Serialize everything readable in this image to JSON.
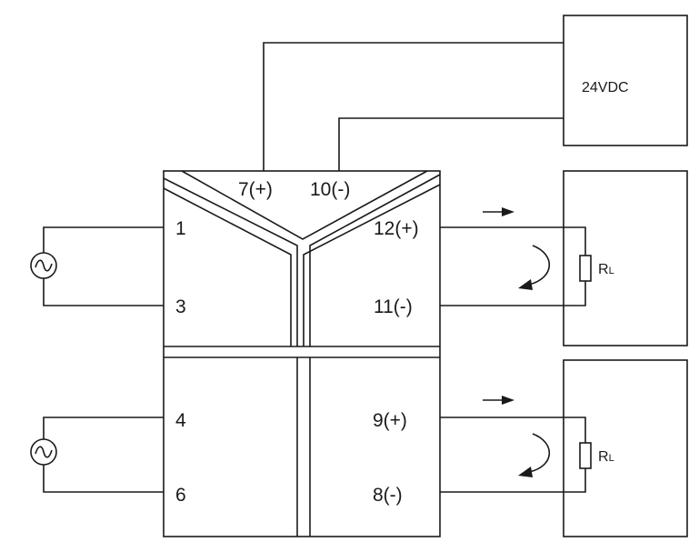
{
  "power_supply": {
    "label": "24VDC"
  },
  "terminals": {
    "t7": "7(+)",
    "t10": "10(-)",
    "t1": "1",
    "t3": "3",
    "t12": "12(+)",
    "t11": "11(-)",
    "t4": "4",
    "t6": "6",
    "t9": "9(+)",
    "t8": "8(-)"
  },
  "loads": {
    "load1": {
      "main": "R",
      "sub": "L"
    },
    "load2": {
      "main": "R",
      "sub": "L"
    }
  },
  "colors": {
    "line": "#1a1a1a",
    "background": "#ffffff"
  }
}
